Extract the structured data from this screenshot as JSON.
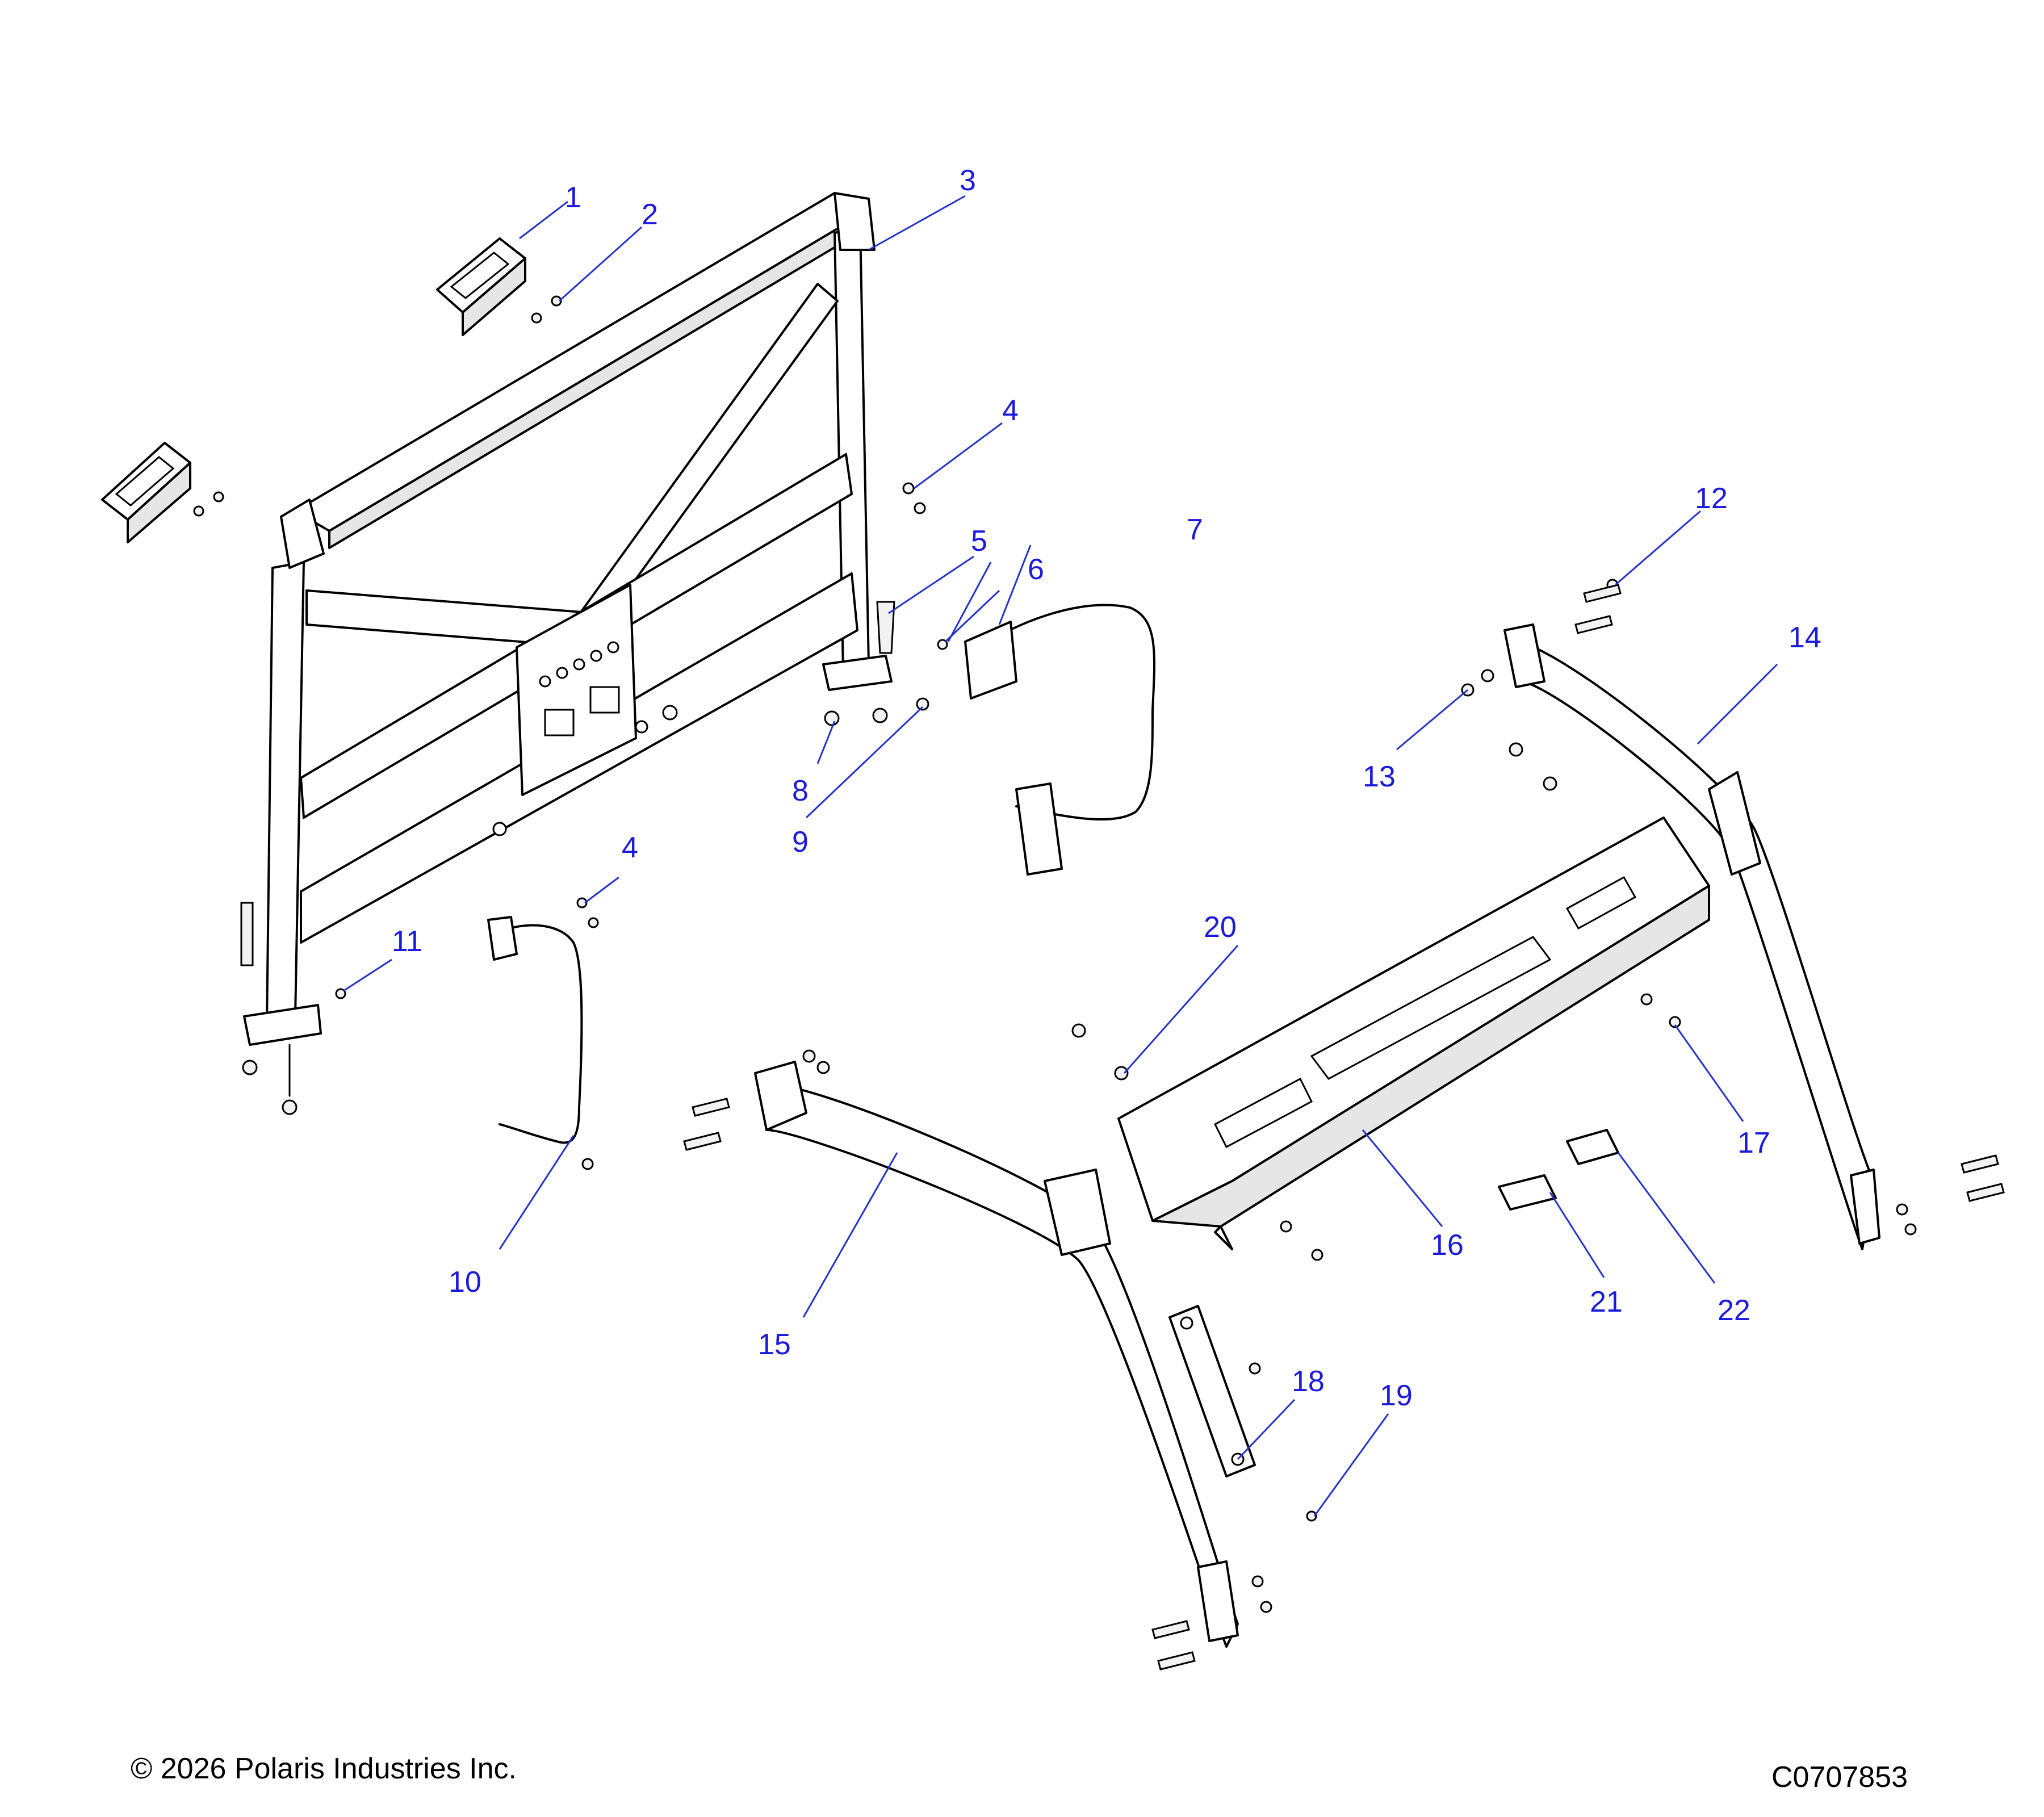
{
  "diagram": {
    "callouts": [
      "1",
      "2",
      "3",
      "4",
      "5",
      "6",
      "7",
      "8",
      "9",
      "10",
      "11",
      "12",
      "13",
      "14",
      "15",
      "16",
      "17",
      "18",
      "19",
      "20",
      "21",
      "22"
    ],
    "callout_4b": "4"
  },
  "footer": {
    "copyright": "© 2026 Polaris Industries Inc.",
    "drawing_id": "C0707853"
  },
  "colors": {
    "callout": "#1a1adc",
    "leader": "#2233cc",
    "line_art": "#000000"
  }
}
